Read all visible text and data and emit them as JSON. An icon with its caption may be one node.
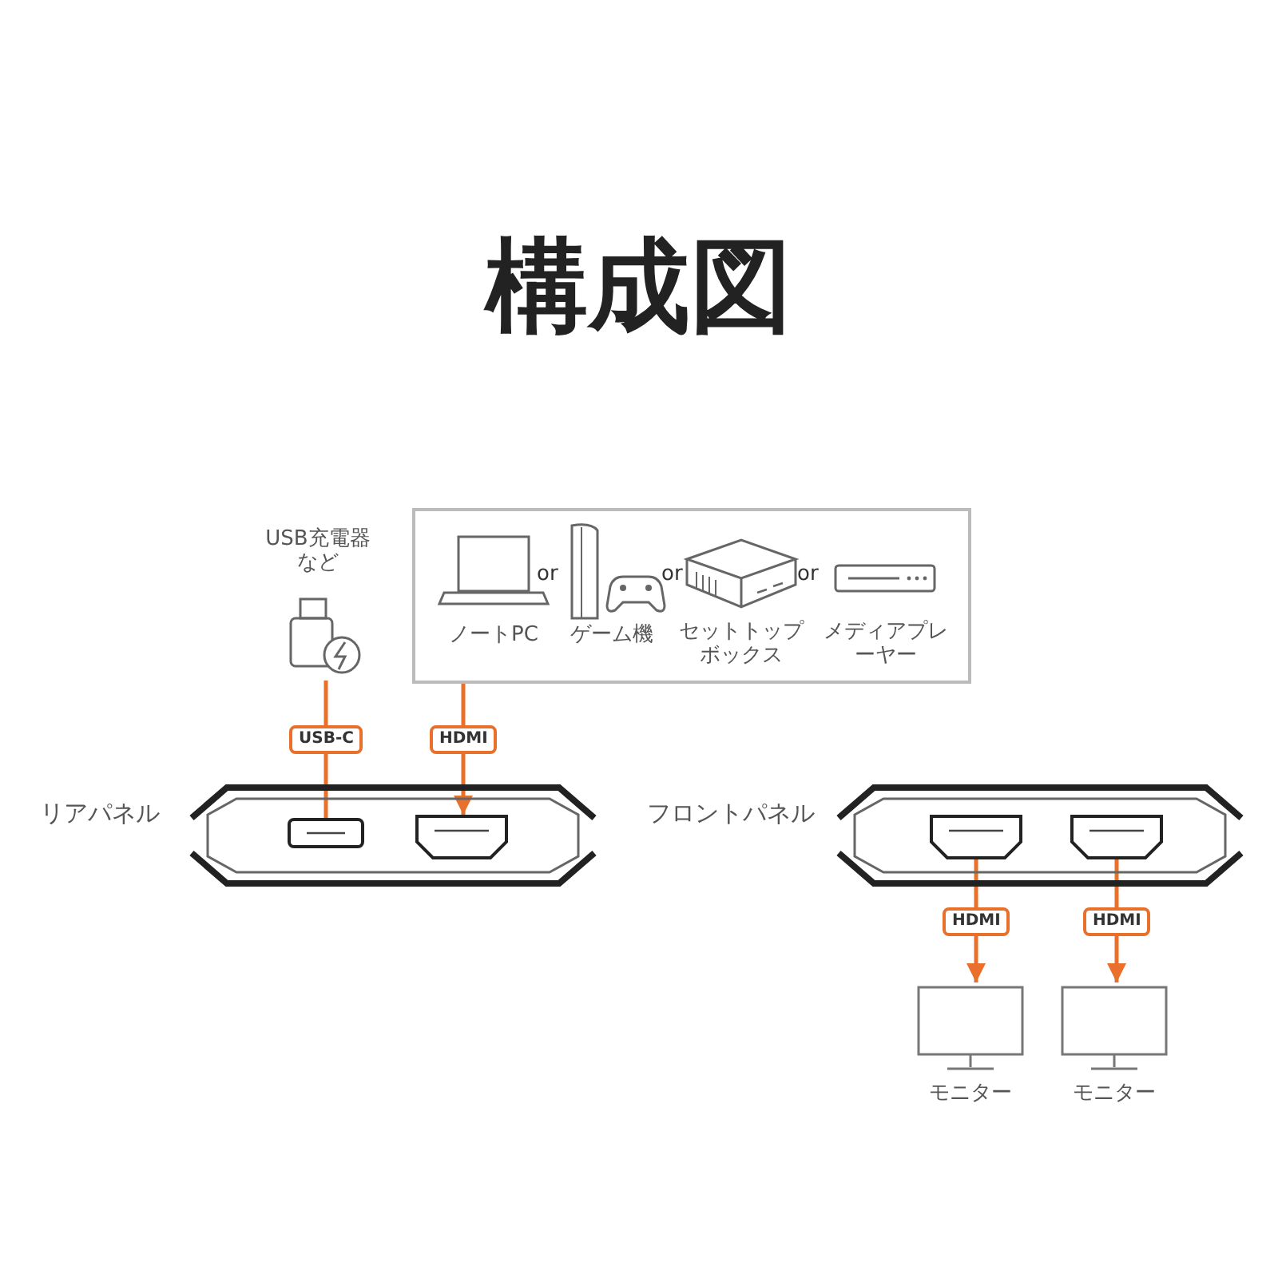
{
  "diagram": {
    "title": "構成図",
    "nodes": [
      {
        "text": [],
        "shape": "box"
      },
      {
        "text": [
          "ノートPC"
        ],
        "in": 0
      },
      {
        "text": [
          "ゲーム機"
        ],
        "in": 0
      },
      {
        "text": [
          "セットトップボックス"
        ],
        "in": 0
      },
      {
        "text": [
          "メディアプレーヤー"
        ],
        "in": 0
      },
      {
        "text": [
          "USB充電器など"
        ]
      },
      {
        "text": [
          "リアパネル"
        ]
      },
      {
        "text": [],
        "shape": "box",
        "in": 6
      },
      {
        "text": [],
        "shape": "box",
        "in": 6
      },
      {
        "text": [
          "フロントパネル"
        ]
      },
      {
        "text": [],
        "shape": "box",
        "in": 9
      },
      {
        "text": [],
        "shape": "box",
        "in": 9
      },
      {
        "text": [
          "モニター"
        ]
      },
      {
        "text": [
          "モニター"
        ]
      }
    ],
    "edges": [
      {
        "from": 5,
        "to": 7,
        "arrow": "none",
        "label": "USB-C"
      },
      {
        "from": 0,
        "to": 8,
        "arrow": "to",
        "label": "HDMI"
      },
      {
        "from": 10,
        "to": 12,
        "arrow": "to",
        "label": "HDMI"
      },
      {
        "from": 11,
        "to": 13,
        "arrow": "to",
        "label": "HDMI"
      }
    ],
    "labels": [
      "or",
      "or",
      "or"
    ]
  }
}
